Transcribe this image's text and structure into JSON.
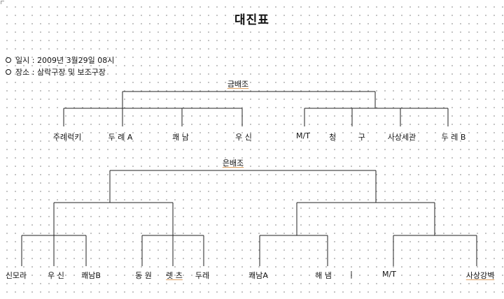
{
  "title": "대진표",
  "info": {
    "date_label": "일시",
    "date_value": "2009년 3월29일 08시",
    "place_label": "장소",
    "place_value": "삼락구장 및 보조구장"
  },
  "groups": {
    "gold": {
      "title": "금배조",
      "teams": [
        "주례럭키",
        "두 례 A",
        "쾌 남",
        "우 신",
        "M/T",
        "청 구",
        "사상세관",
        "두 레 B"
      ]
    },
    "silver": {
      "title": "은배조",
      "teams": [
        "신모라",
        "우 신",
        "쾌남B",
        "동 원",
        "렛 츠",
        "두레",
        "쾌남A",
        "해 냄",
        "|",
        "M/T",
        "사상강벽"
      ]
    }
  }
}
